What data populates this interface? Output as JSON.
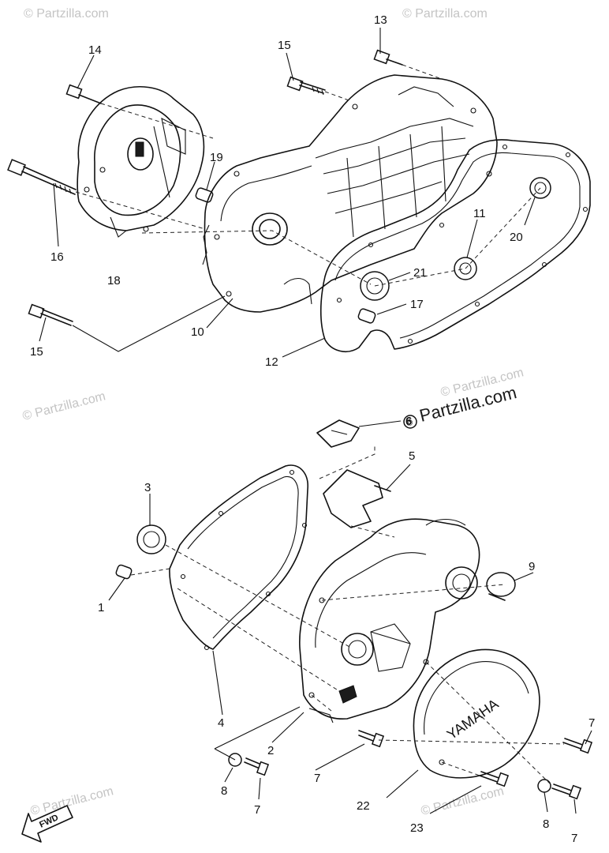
{
  "watermarks": {
    "small": "© Partzilla.com",
    "main": "Partzilla.com"
  },
  "labels": [
    {
      "id": "14",
      "text": "14"
    },
    {
      "id": "15a",
      "text": "15"
    },
    {
      "id": "13",
      "text": "13"
    },
    {
      "id": "19",
      "text": "19"
    },
    {
      "id": "16",
      "text": "16"
    },
    {
      "id": "18",
      "text": "18"
    },
    {
      "id": "11",
      "text": "11"
    },
    {
      "id": "20",
      "text": "20"
    },
    {
      "id": "21",
      "text": "21"
    },
    {
      "id": "17",
      "text": "17"
    },
    {
      "id": "10",
      "text": "10"
    },
    {
      "id": "15b",
      "text": "15"
    },
    {
      "id": "12",
      "text": "12"
    },
    {
      "id": "6",
      "text": "6"
    },
    {
      "id": "5",
      "text": "5"
    },
    {
      "id": "3",
      "text": "3"
    },
    {
      "id": "9",
      "text": "9"
    },
    {
      "id": "1",
      "text": "1"
    },
    {
      "id": "4",
      "text": "4"
    },
    {
      "id": "2",
      "text": "2"
    },
    {
      "id": "7a",
      "text": "7"
    },
    {
      "id": "7b",
      "text": "7"
    },
    {
      "id": "8a",
      "text": "8"
    },
    {
      "id": "7c",
      "text": "7"
    },
    {
      "id": "22",
      "text": "22"
    },
    {
      "id": "8b",
      "text": "8"
    },
    {
      "id": "23",
      "text": "23"
    },
    {
      "id": "7d",
      "text": "7"
    }
  ],
  "cover_logo": "YAMAHA",
  "fwd_arrow": "FWD"
}
